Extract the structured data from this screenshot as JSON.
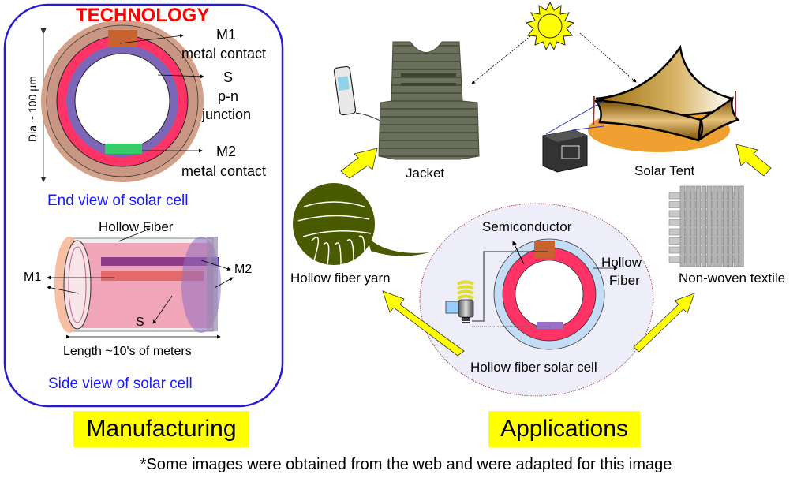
{
  "technology_panel": {
    "title": "TECHNOLOGY",
    "end_view": {
      "dimension_label": "Dia ~ 100 µm",
      "m1_label": "M1",
      "m1_desc": "metal contact",
      "s_label": "S",
      "s_desc_1": "p-n",
      "s_desc_2": "junction",
      "m2_label": "M2",
      "m2_desc": "metal contact",
      "caption": "End view of solar cell"
    },
    "side_view": {
      "hollow_fiber_label": "Hollow Fiber",
      "m1_label": "M1",
      "m2_label": "M2",
      "s_label": "S",
      "length_label": "Length ~10's of meters",
      "caption": "Side view of solar cell"
    }
  },
  "applications_panel": {
    "sun_icon": "sun-icon",
    "jacket_label": "Jacket",
    "solar_tent_label": "Solar Tent",
    "yarn_label": "Hollow fiber yarn",
    "textile_label": "Non-woven textile",
    "cell": {
      "semiconductor_label": "Semiconductor",
      "hollow_label_1": "Hollow",
      "hollow_label_2": "Fiber",
      "caption": "Hollow fiber solar cell"
    }
  },
  "section_labels": {
    "manufacturing": "Manufacturing",
    "applications": "Applications"
  },
  "footnote": "*Some images were obtained from the web and were adapted for this image",
  "colors": {
    "panel_border": "#2a1ad6",
    "highlight": "#ffff00",
    "title_red": "#ff0000",
    "caption_blue": "#1a1aff",
    "junction_red": "#ff3366",
    "inner_purple": "#7b66b8",
    "outer_tan": "#d3a08a",
    "contact_brown": "#c8622e",
    "contact_green": "#33cc66"
  }
}
